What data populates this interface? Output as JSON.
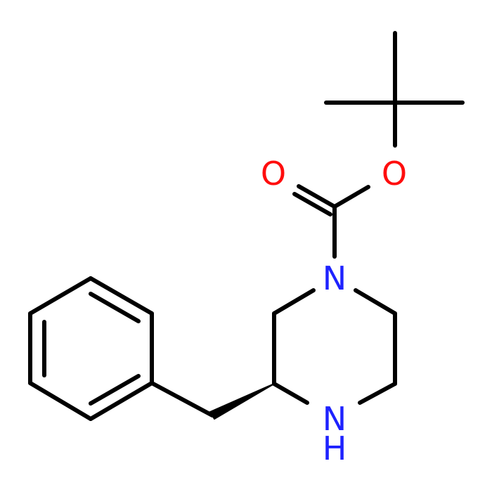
{
  "colors": {
    "bond": "#000000",
    "oxygen": "#ff0d0d",
    "nitrogen": "#1e22ff",
    "background": "#ffffff"
  },
  "atoms": {
    "carbonyl_oxygen": "O",
    "ester_oxygen": "O",
    "ring_nitrogen_1": "N",
    "ring_nitrogen_4": "N",
    "ring_nitrogen_4_hydrogen": "H"
  }
}
